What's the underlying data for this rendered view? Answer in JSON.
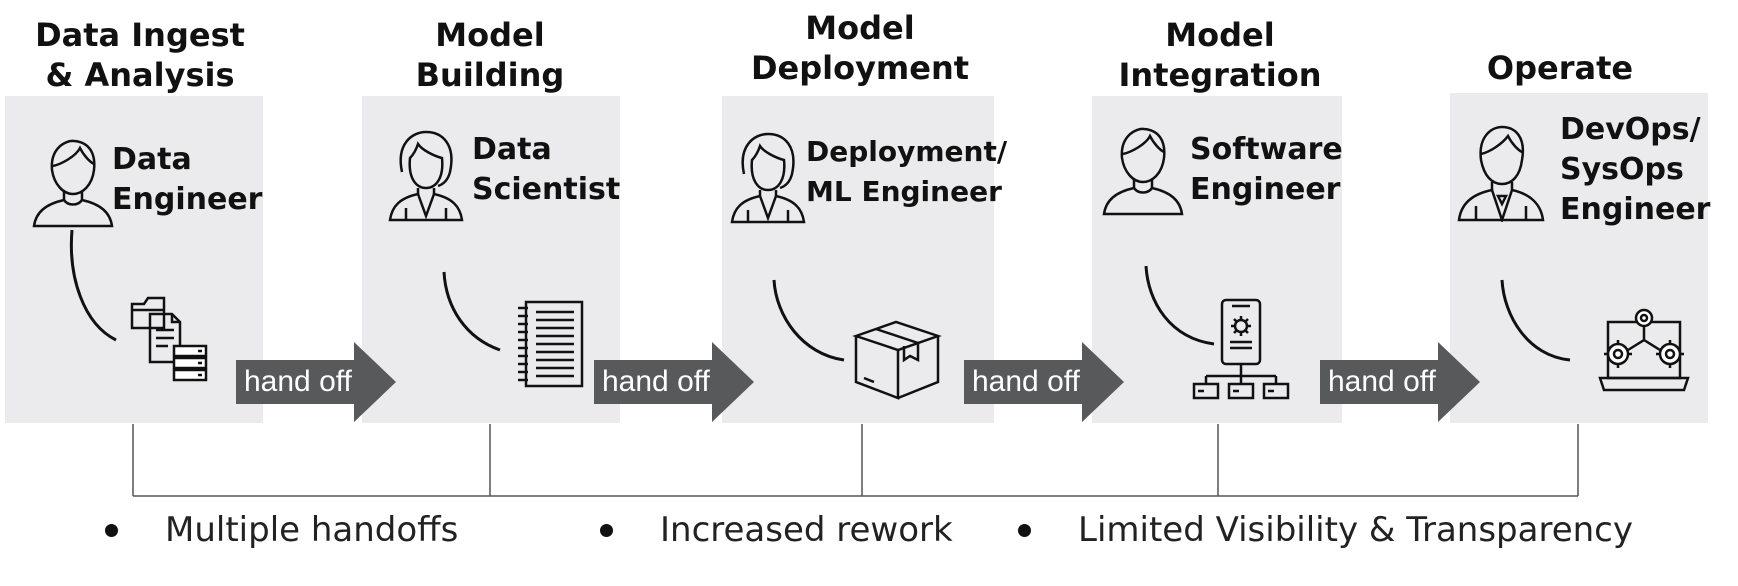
{
  "stages": [
    {
      "title": "Data  Ingest\n& Analysis",
      "role": "Data\nEngineer",
      "role_icon": "user-icon",
      "artifact_icon": "files-database-icon"
    },
    {
      "title": "Model\nBuilding",
      "role": "Data\nScientist",
      "role_icon": "user-female-icon",
      "artifact_icon": "notepad-icon"
    },
    {
      "title": "Model\nDeployment",
      "role": "Deployment/\nML Engineer",
      "role_icon": "user-female-icon",
      "artifact_icon": "package-box-icon"
    },
    {
      "title": "Model\nIntegration",
      "role": "Software\nEngineer",
      "role_icon": "user-icon",
      "artifact_icon": "mobile-network-icon"
    },
    {
      "title": "Operate",
      "role": "DevOps/\nSysOps\nEngineer",
      "role_icon": "user-suit-icon",
      "artifact_icon": "laptop-gears-icon"
    }
  ],
  "handoffs": [
    "hand off",
    "hand off",
    "hand off",
    "hand off"
  ],
  "issues": [
    "Multiple handoffs",
    "Increased rework",
    "Limited Visibility & Transparency"
  ],
  "colors": {
    "panel": "#ebebed",
    "arrow": "#58595b",
    "line": "#555555"
  }
}
